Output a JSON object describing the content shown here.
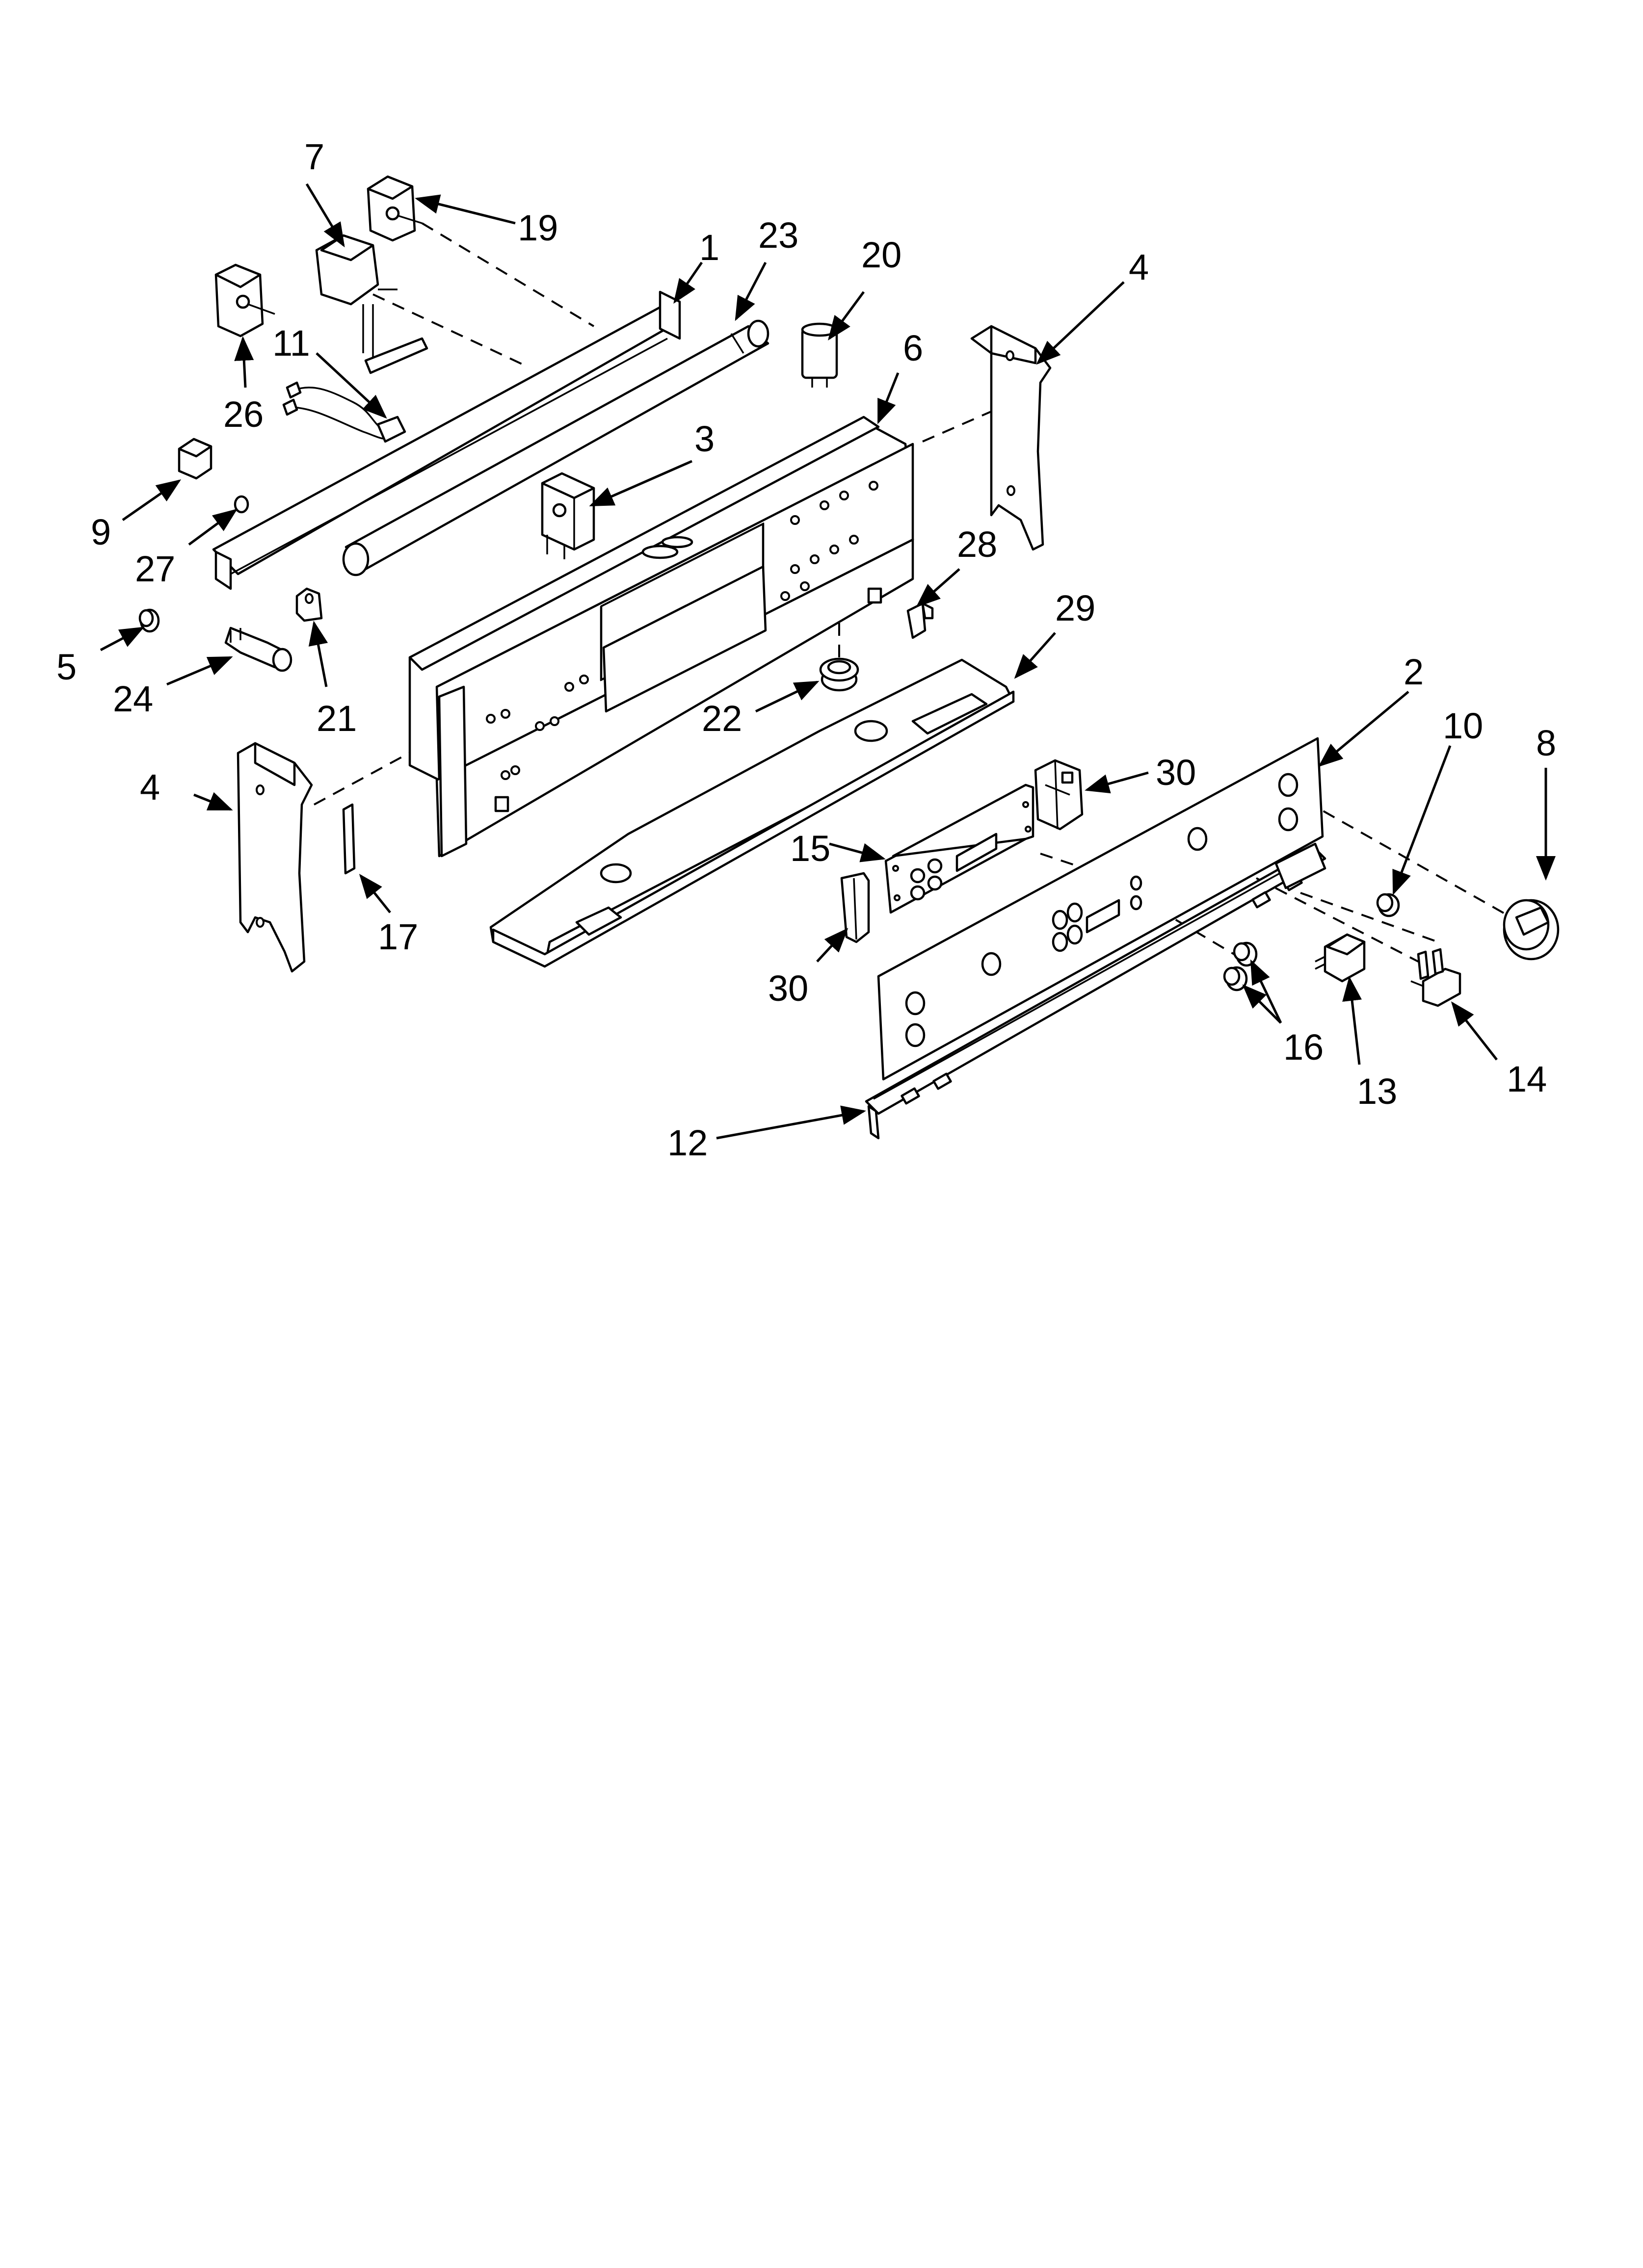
{
  "diagram": {
    "callouts": {
      "c1": "1",
      "c2": "2",
      "c3": "3",
      "c4a": "4",
      "c4b": "4",
      "c5": "5",
      "c6": "6",
      "c7": "7",
      "c8": "8",
      "c9": "9",
      "c10": "10",
      "c11": "11",
      "c12": "12",
      "c13": "13",
      "c14": "14",
      "c15": "15",
      "c16": "16",
      "c17": "17",
      "c19": "19",
      "c20": "20",
      "c21": "21",
      "c22": "22",
      "c23": "23",
      "c24": "24",
      "c26": "26",
      "c27": "27",
      "c28": "28",
      "c29": "29",
      "c30a": "30",
      "c30b": "30"
    }
  }
}
